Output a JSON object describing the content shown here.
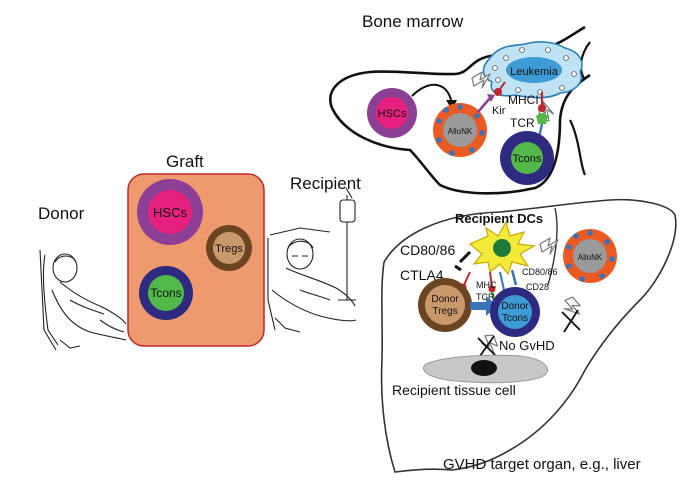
{
  "labels": {
    "bone_marrow": "Bone marrow",
    "graft": "Graft",
    "donor": "Donor",
    "recipient": "Recipient",
    "gvhd_organ": "GVHD target organ, e.g., liver",
    "recipient_tissue_cell": "Recipient tissue cell",
    "recipient_dcs": "Recipient DCs",
    "no_gvhd": "No GvHD"
  },
  "cells": {
    "hscs": "HSCs",
    "tregs": "Tregs",
    "tcons": "Tcons",
    "allonk": "AlloNK",
    "leukemia": "Leukemia",
    "donor_tregs_line1": "Donor",
    "donor_tregs_line2": "Tregs",
    "donor_tcons_line1": "Donor",
    "donor_tcons_line2": "Tcons"
  },
  "molecules": {
    "kir": "Kir",
    "mhci": "MHCI",
    "tcr": "TCR",
    "cd80_86": "CD80/86",
    "ctla4": "CTLA4",
    "mhc": "MHC",
    "cd28": "CD28"
  },
  "colors": {
    "graft_box": "#ee9a6e",
    "hsc_outer": "#8b3f95",
    "hsc_inner": "#e6207e",
    "tcon_outer": "#2e2a7f",
    "tcon_inner": "#52b848",
    "treg_outer": "#6b4422",
    "treg_inner": "#c9996b",
    "nk_outer": "#ec5a24",
    "nk_inner": "#9a9a9a",
    "leukemia_outer": "#bfe3f5",
    "leukemia_inner": "#3d9bd6",
    "dc": "#f3ea3a",
    "tissue_cell": "#c8c8c8",
    "arrow_blue": "#3b73b9"
  }
}
